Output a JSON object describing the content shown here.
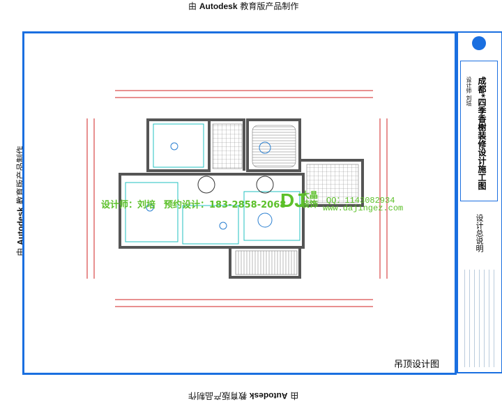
{
  "watermark": "由 Autodesk 教育版产品制作",
  "watermark_parts": {
    "prefix": "由",
    "brand": "Autodesk",
    "suffix": "教育版产品制作"
  },
  "title_block": {
    "project_title": "成都*四季香榭装修设计施工图",
    "designer": "设计师 刘培",
    "sheet_name": "设计总说明"
  },
  "drawing_title": "吊顶设计图",
  "overlay": {
    "designer_text": "设计师：刘培",
    "booking_text": "预约设计：183-2858-2068",
    "logo_letters": "DJ",
    "logo_name_1": "大晶",
    "logo_name_2": "装饰",
    "qq": "QQ：1143082934",
    "website": "www.dajingez.com"
  },
  "colors": {
    "frame": "#1a6fe0",
    "overlay_green": "#5cc02a",
    "dimension_red": "#d02020",
    "wall": "#555555",
    "cyan": "#20c0c0"
  }
}
